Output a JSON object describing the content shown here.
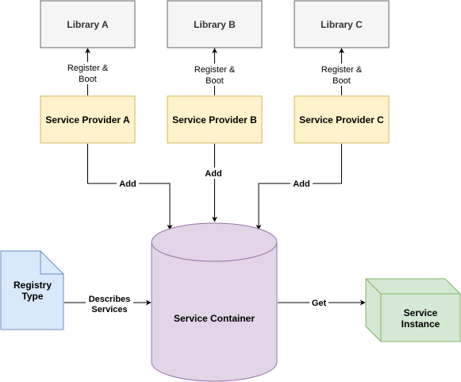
{
  "libraries": [
    {
      "label": "Library A"
    },
    {
      "label": "Library B"
    },
    {
      "label": "Library C"
    }
  ],
  "providers": [
    {
      "label": "Service Provider A"
    },
    {
      "label": "Service Provider B"
    },
    {
      "label": "Service Provider C"
    }
  ],
  "register_boot": {
    "line1": "Register &",
    "line2": "Boot"
  },
  "add_label": "Add",
  "registry_type": {
    "line1": "Registry",
    "line2": "Type"
  },
  "describes_services": {
    "line1": "Describes",
    "line2": "Services"
  },
  "service_container": {
    "label": "Service Container"
  },
  "get_label": "Get",
  "service_instance": {
    "line1": "Service",
    "line2": "Instance"
  },
  "colors": {
    "library_fill": "#f5f5f5",
    "library_stroke": "#666666",
    "provider_fill": "#fff2cc",
    "provider_stroke": "#d6b656",
    "container_fill": "#e1d5e7",
    "container_stroke": "#9673a6",
    "registry_fill": "#dae8fc",
    "registry_stroke": "#6c8ebf",
    "instance_fill": "#d5e8d4",
    "instance_stroke": "#82b366"
  }
}
